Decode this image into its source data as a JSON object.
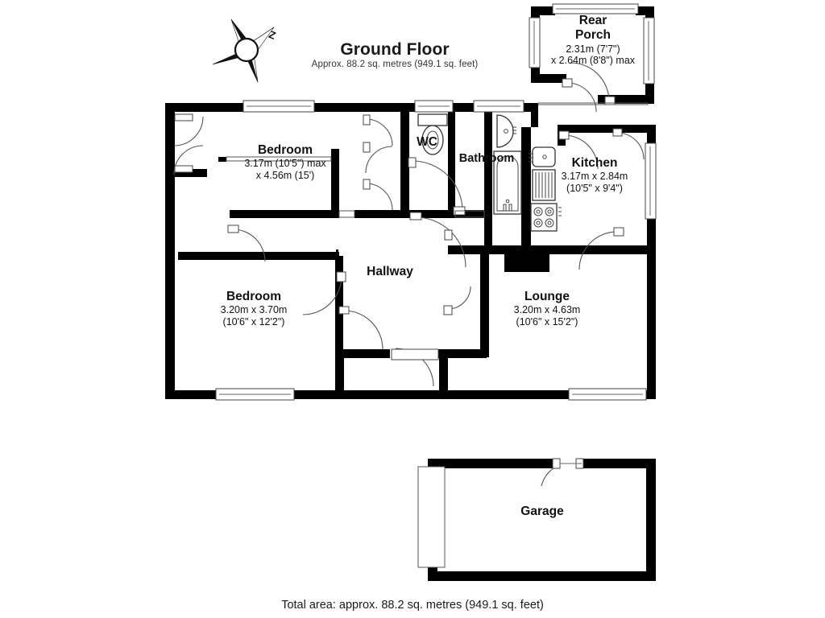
{
  "header": {
    "title": "Ground Floor",
    "subtitle": "Approx. 88.2 sq. metres (949.1 sq. feet)",
    "compass_label": "Z",
    "compass_icon": "compass-rose-icon"
  },
  "footer": {
    "total_area": "Total area: approx. 88.2 sq. metres (949.1 sq. feet)"
  },
  "rooms": [
    {
      "id": "rear-porch",
      "name_line1": "Rear",
      "name_line2": "Porch",
      "dims_line1": "2.31m (7'7\")",
      "dims_line2": "x 2.64m (8'8\") max"
    },
    {
      "id": "bedroom-1",
      "name": "Bedroom",
      "dims_line1": "3.17m (10'5\") max",
      "dims_line2": "x 4.56m (15')"
    },
    {
      "id": "wc",
      "name": "WC",
      "dims_line1": "",
      "dims_line2": ""
    },
    {
      "id": "bathroom",
      "name": "Bathroom",
      "dims_line1": "",
      "dims_line2": ""
    },
    {
      "id": "kitchen",
      "name": "Kitchen",
      "dims_line1": "3.17m x 2.84m",
      "dims_line2": "(10'5\" x 9'4\")"
    },
    {
      "id": "hallway",
      "name": "Hallway",
      "dims_line1": "",
      "dims_line2": ""
    },
    {
      "id": "bedroom-2",
      "name": "Bedroom",
      "dims_line1": "3.20m x 3.70m",
      "dims_line2": "(10'6\" x 12'2\")"
    },
    {
      "id": "lounge",
      "name": "Lounge",
      "dims_line1": "3.20m x 4.63m",
      "dims_line2": "(10'6\" x 15'2\")"
    },
    {
      "id": "garage",
      "name": "Garage",
      "dims_line1": "",
      "dims_line2": ""
    }
  ],
  "fixtures": [
    {
      "name": "toilet-fixture",
      "room": "wc"
    },
    {
      "name": "bathtub-fixture",
      "room": "bathroom"
    },
    {
      "name": "washbasin-fixture",
      "room": "bathroom"
    },
    {
      "name": "sink-fixture",
      "room": "kitchen"
    },
    {
      "name": "draining-board-fixture",
      "room": "kitchen"
    },
    {
      "name": "hob-fixture",
      "room": "kitchen"
    },
    {
      "name": "chimney-breast",
      "room": "lounge"
    },
    {
      "name": "garage-door",
      "room": "garage"
    }
  ],
  "colors": {
    "wall": "#000000",
    "background": "#ffffff",
    "text": "#111111",
    "thin_line": "#555555"
  }
}
